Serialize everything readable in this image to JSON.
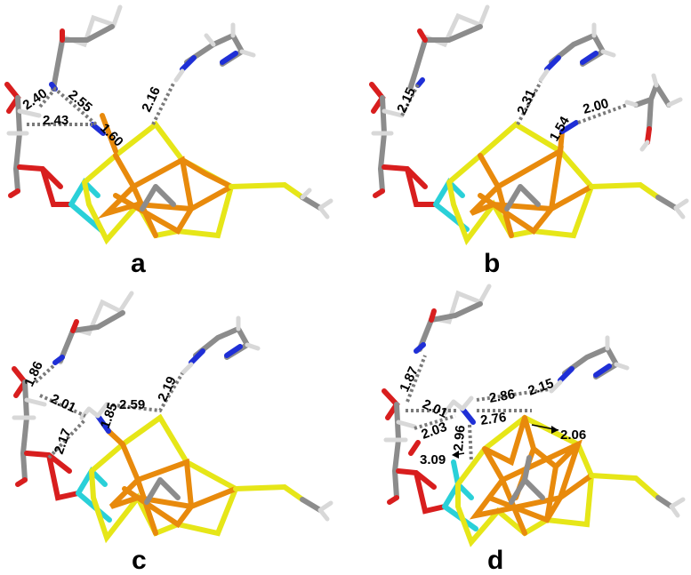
{
  "panels": [
    {
      "label": "a",
      "distances": [
        "2.40",
        "2.55",
        "2.43",
        "1.60",
        "2.16"
      ]
    },
    {
      "label": "b",
      "distances": [
        "2.15",
        "2.31",
        "1.54",
        "2.00"
      ]
    },
    {
      "label": "c",
      "distances": [
        "1.86",
        "2.01",
        "2.59",
        "2.19",
        "1.85",
        "2.17"
      ]
    },
    {
      "label": "d",
      "distances": [
        "1.87",
        "2.01",
        "2.86",
        "2.15",
        "2.03",
        "2.76",
        "2.96",
        "2.06",
        "3.09"
      ]
    }
  ],
  "colors": {
    "iron": "#e88a0c",
    "sulfur": "#e6e618",
    "molybdenum": "#2ad0d8",
    "carbon": "#8c8c8c",
    "hydrogen": "#d8d8d8",
    "oxygen": "#d81e1e",
    "nitrogen": "#1f2fd6",
    "hbond": "#7a7a7a"
  }
}
